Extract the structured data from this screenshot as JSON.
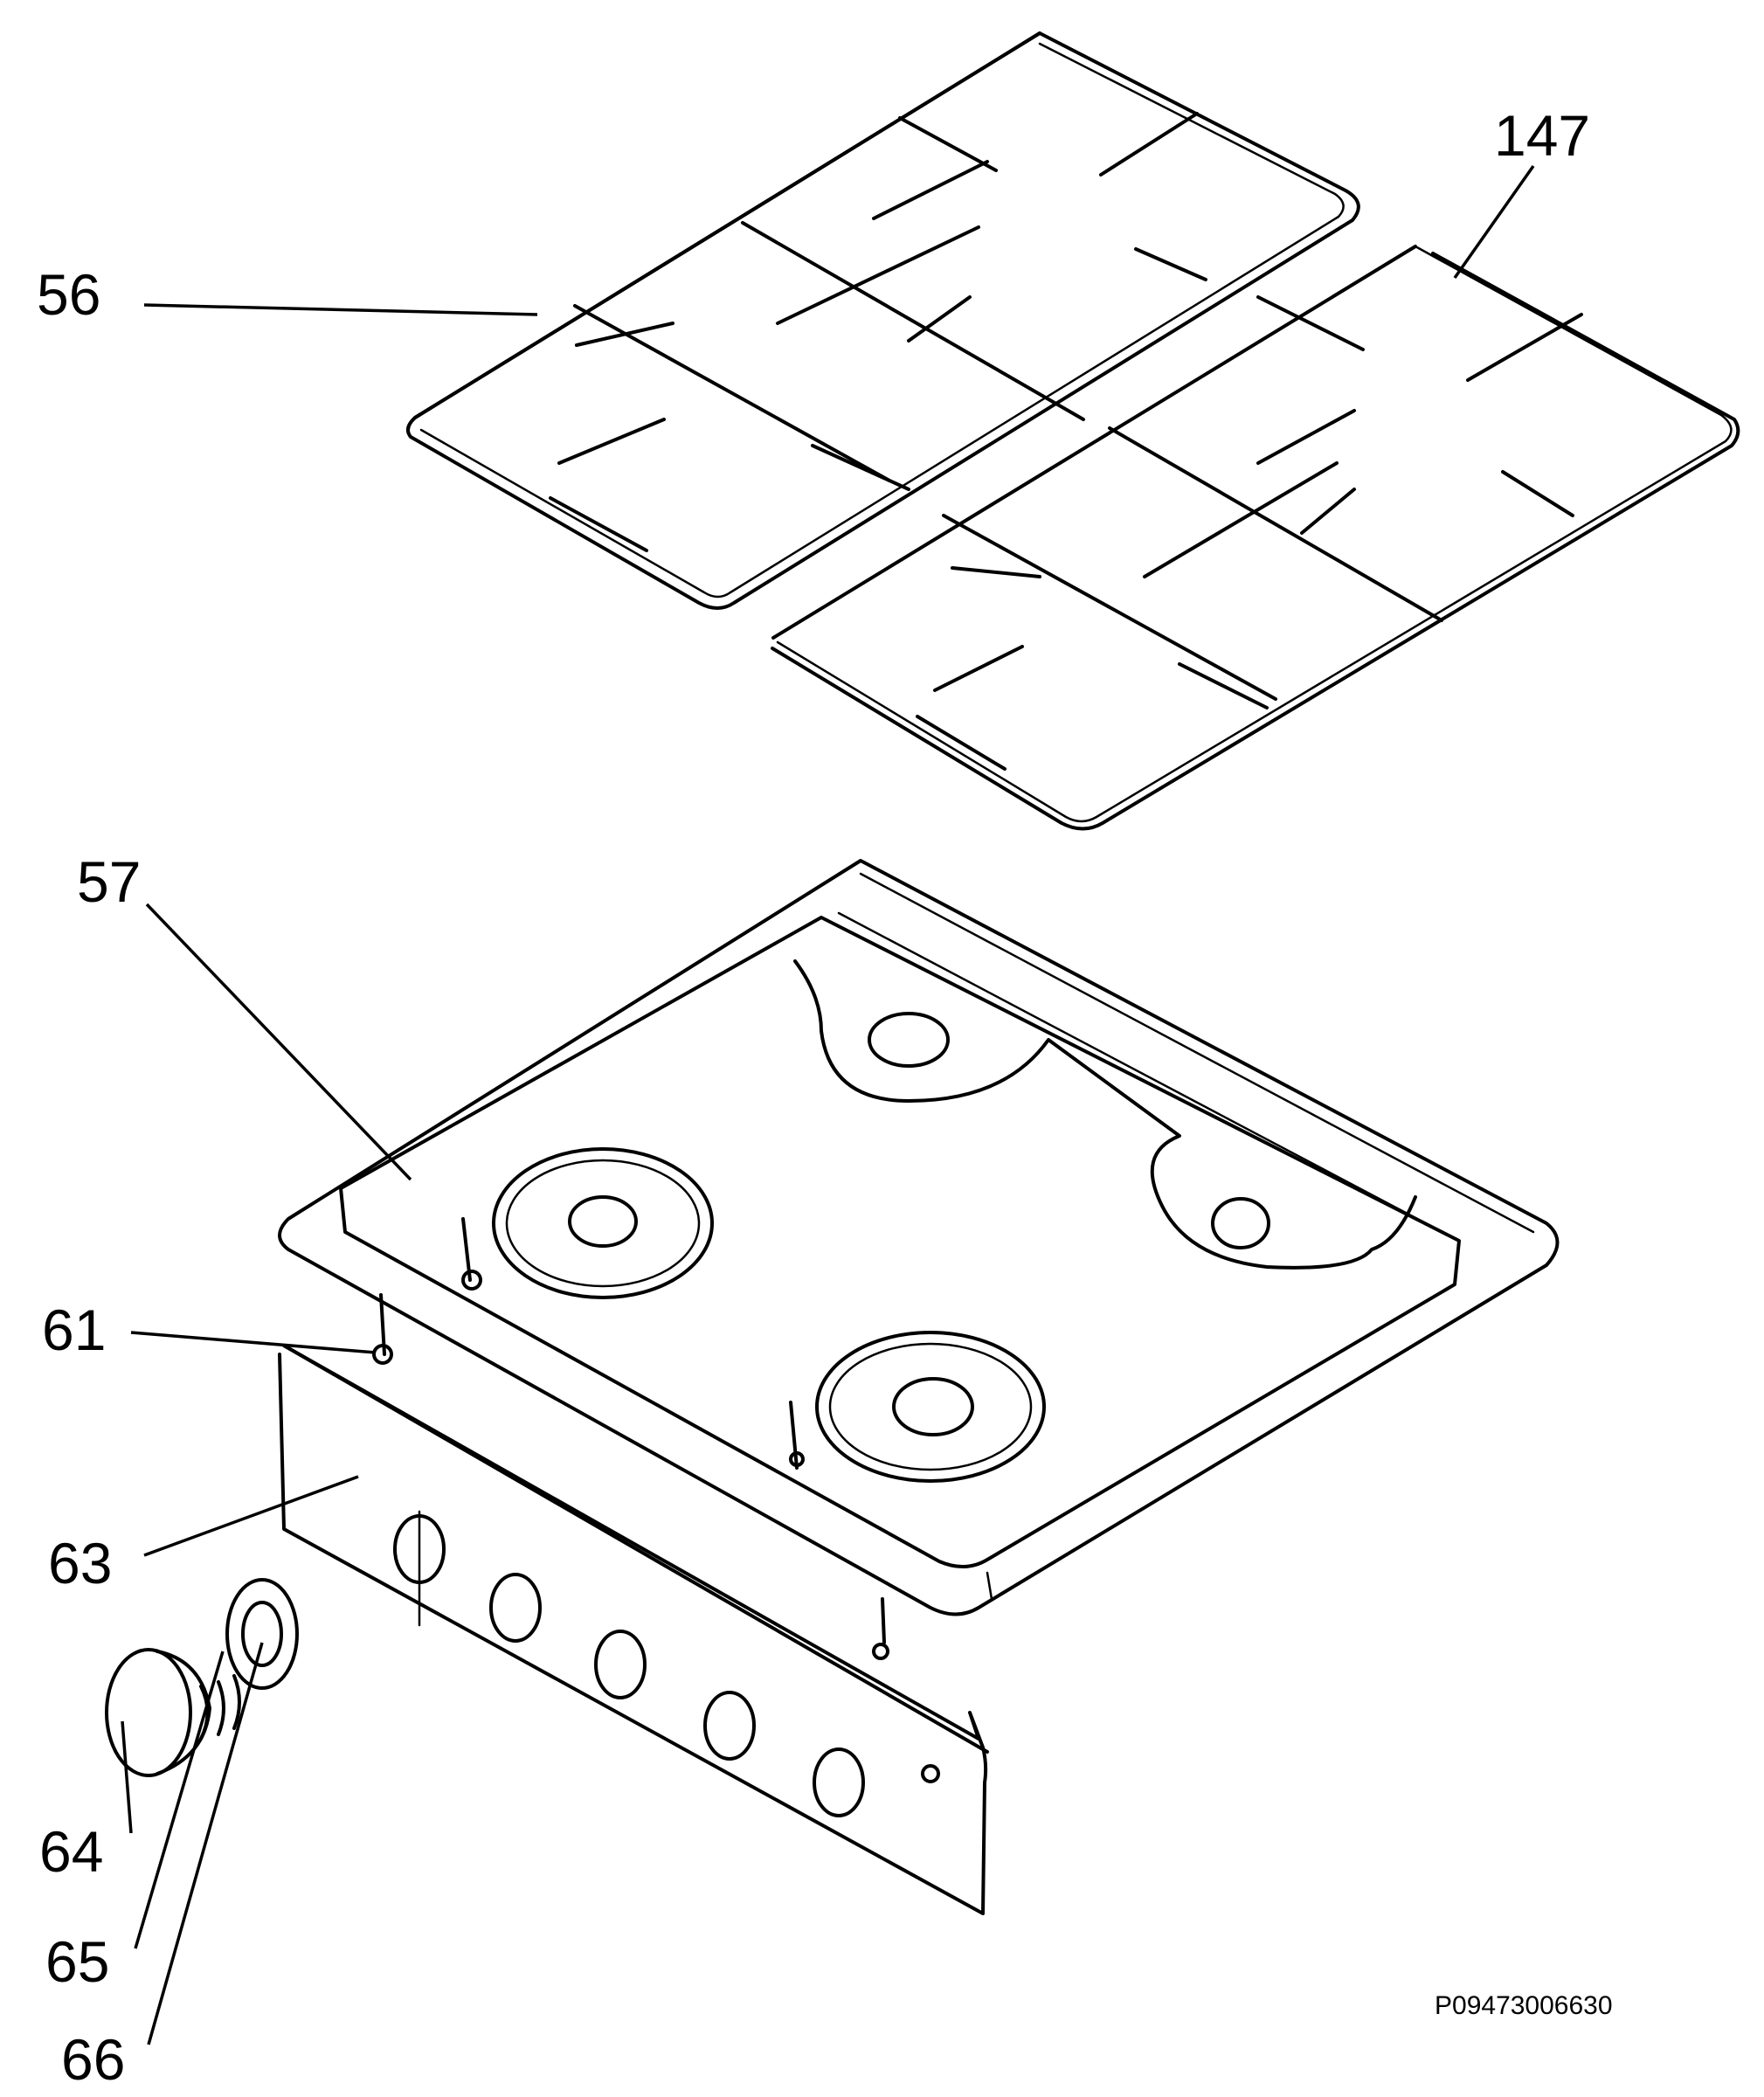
{
  "labels": {
    "l56": "56",
    "l147": "147",
    "l57": "57",
    "l61": "61",
    "l63": "63",
    "l64": "64",
    "l65": "65",
    "l66": "66"
  },
  "reference_code": "P09473006630"
}
